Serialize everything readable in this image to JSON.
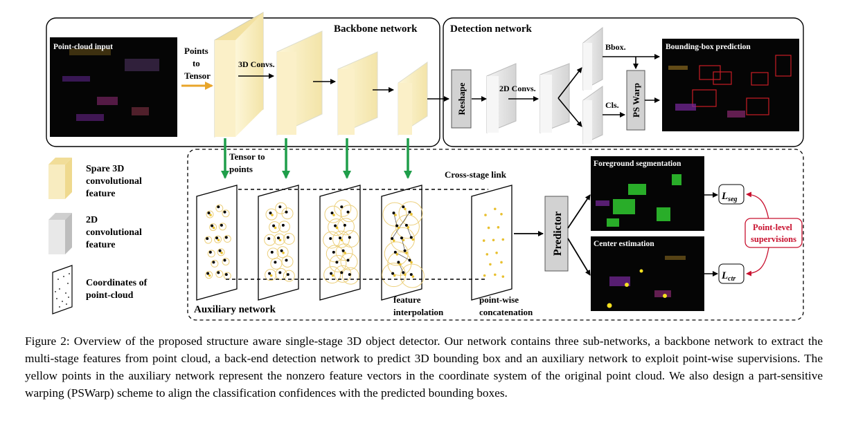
{
  "figure": {
    "backbone_title": "Backbone network",
    "detection_title": "Detection network",
    "auxiliary_title": "Auxiliary network",
    "point_cloud_input": "Point-cloud input",
    "points_to_tensor": [
      "Points",
      "to",
      "Tensor"
    ],
    "conv3d": "3D Convs.",
    "conv2d": "2D Convs.",
    "reshape": "Reshape",
    "bbox": "Bbox.",
    "cls": "Cls.",
    "pswarp": "PS Warp",
    "bbox_prediction": "Bounding-box prediction",
    "tensor_to_points": [
      "Tensor to",
      "points"
    ],
    "cross_stage_link": "Cross-stage link",
    "feature_interpolation": [
      "feature",
      "interpolation"
    ],
    "pointwise_concatenation": [
      "point-wise",
      "concatenation"
    ],
    "predictor": "Predictor",
    "foreground_segmentation": "Foreground segmentation",
    "center_estimation": "Center estimation",
    "loss_seg": "L",
    "loss_seg_sub": "seg",
    "loss_ctr": "L",
    "loss_ctr_sub": "ctr",
    "point_level_supervisions": [
      "Point-level",
      "supervisions"
    ],
    "legend": {
      "sparse3d": [
        "Spare 3D",
        "convolutional",
        "feature"
      ],
      "conv2d": [
        "2D",
        "convolutional",
        "feature"
      ],
      "coords": [
        "Coordinates of",
        "point-cloud"
      ]
    }
  },
  "colors": {
    "feature3d": "#f8edc0",
    "feature2d": "#e6e6e6",
    "arrow_green": "#1f9e4a",
    "arrow_orange": "#e8a52a",
    "supervision_red": "#c8102e",
    "point_yellow": "#e8c030"
  },
  "caption": "Figure 2: Overview of the proposed structure aware single-stage 3D object detector. Our network contains three sub-networks, a backbone network to extract the multi-stage features from point cloud, a back-end detection network to predict 3D bounding box and an auxiliary network to exploit point-wise supervisions. The yellow points in the auxiliary network represent the nonzero feature vectors in the coordinate system of the original point cloud. We also design a part-sensitive warping (PSWarp) scheme to align the classification confidences with the predicted bounding boxes."
}
